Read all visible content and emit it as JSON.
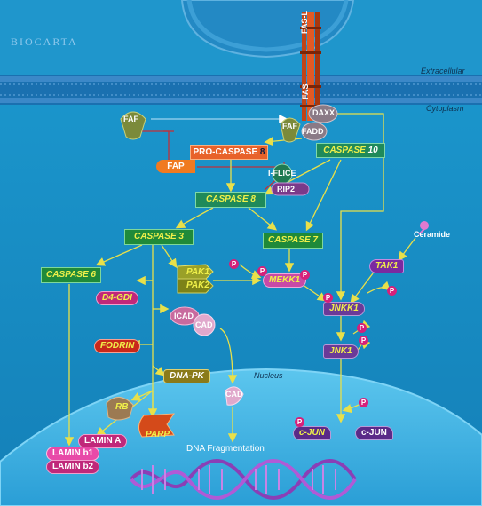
{
  "logo": "BIOCARTA",
  "regions": {
    "extracellular": "Extracellular",
    "cytoplasm": "Cytoplasm",
    "nucleus": "Nucleus"
  },
  "nodes": {
    "fas_l": "FAS-L",
    "fas": "FAS",
    "daxx": "DAXX",
    "faf_left": "FAF",
    "faf_right": "FAF",
    "fadd": "FADD",
    "pro_caspase8_a": "PRO-CASPASE",
    "pro_caspase8_b": "8",
    "caspase10_a": "CASPASE",
    "caspase10_b": "10",
    "fap": "FAP",
    "iflice": "I-FLICE",
    "rip2": "RIP2",
    "caspase8": "CASPASE 8",
    "caspase3": "CASPASE 3",
    "caspase7": "CASPASE 7",
    "caspase6": "CASPASE 6",
    "pak1": "PAK1",
    "pak2": "PAK2",
    "mekk1": "MEKK1",
    "jnkk1": "JNKK1",
    "jnk1": "JNK1",
    "tak1": "TAK1",
    "ceramide": "Ceramide",
    "d4gdi": "D4-GDI",
    "icad": "ICAD",
    "cad": "CAD",
    "cad_nucleus": "CAD",
    "fodrin": "FODRIN",
    "dnapk": "DNA-PK",
    "rb": "RB",
    "parp": "PARP",
    "lamin_a": "LAMIN A",
    "lamin_b1": "LAMIN b1",
    "lamin_b2": "LAMIN b2",
    "cjun_p": "c-JUN",
    "cjun": "c-JUN",
    "dna_fragmentation": "DNA Fragmentation",
    "phospho": "P"
  },
  "colors": {
    "background": "#1a8fc4",
    "extracellular": "#1f96cc",
    "membrane": "#2a76b8",
    "caspase_green": "#22a83a",
    "arrow_yellow": "#e8e04a",
    "inhibit_red": "#c0303a",
    "phospho_pink": "#d6207a",
    "nucleus": "#40b4e4"
  }
}
